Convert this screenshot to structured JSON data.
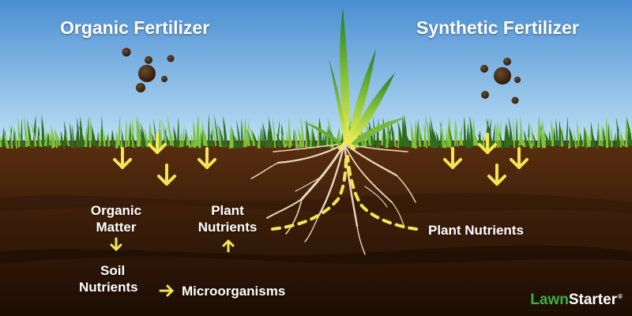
{
  "titles": {
    "organic": "Organic Fertilizer",
    "synthetic": "Synthetic Fertilizer"
  },
  "labels": {
    "organic_matter_line1": "Organic",
    "organic_matter_line2": "Matter",
    "soil_nutrients_line1": "Soil",
    "soil_nutrients_line2": "Nutrients",
    "microorganisms": "Microorganisms",
    "plant_nutrients_left_line1": "Plant",
    "plant_nutrients_left_line2": "Nutrients",
    "plant_nutrients_right": "Plant Nutrients"
  },
  "brand": {
    "name_part1": "Lawn",
    "name_part2": "Starter",
    "registered": "®"
  },
  "colors": {
    "sky_top": "#4a8ed2",
    "sky_bottom": "#bfe1f6",
    "soil_top": "#5a2f10",
    "soil_bottom": "#1c0d04",
    "grass_dark": "#2f6d1c",
    "grass_light": "#7cc23a",
    "arrow_yellow": "#f5e552",
    "root": "#e8d7be",
    "pellet": "#3d2714",
    "brand_green": "#3cb043",
    "brand_white": "#ffffff"
  }
}
